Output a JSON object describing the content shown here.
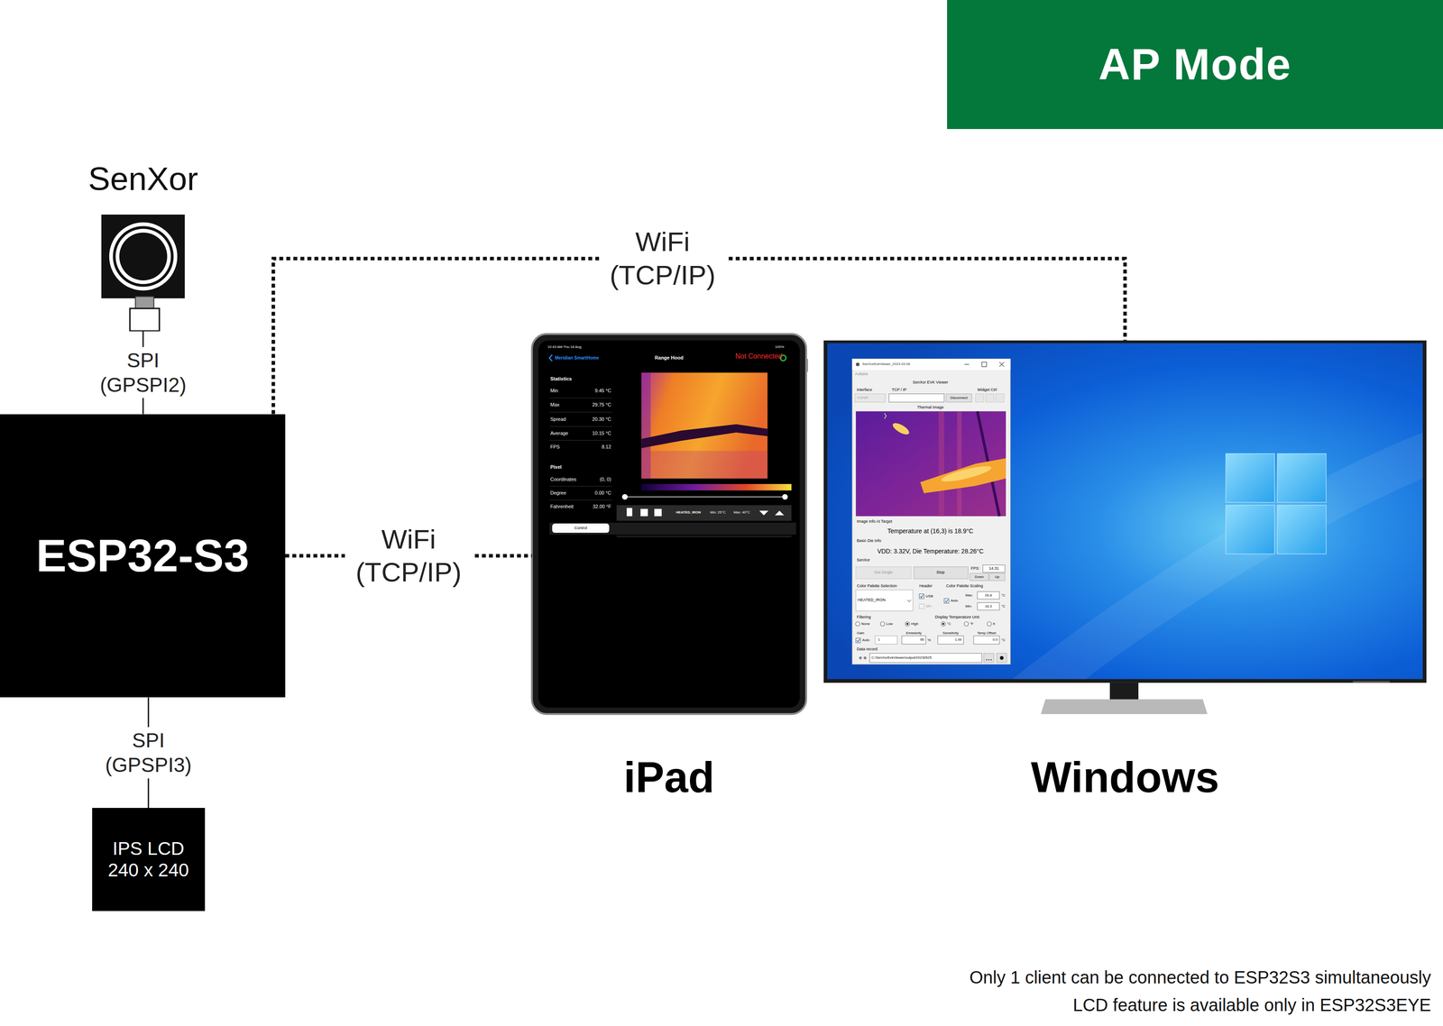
{
  "diagram": {
    "nodes": [
      {
        "text": [
          "AP Mode"
        ]
      },
      {
        "text": [
          "SenXor"
        ]
      },
      {
        "text": [
          "ESP32-S3"
        ]
      },
      {
        "text": [
          "IPS LCD 240 x 240"
        ]
      },
      {
        "text": [
          "iPad"
        ]
      },
      {
        "text": [
          "Windows"
        ]
      }
    ],
    "edges": [
      {
        "from": 1,
        "to": 2,
        "label": "SPI (GPSPI2)",
        "arrow": "none"
      },
      {
        "from": 2,
        "to": 3,
        "label": "SPI (GPSPI3)",
        "arrow": "none"
      },
      {
        "from": 2,
        "to": 4,
        "label": "WiFi (TCP/IP)",
        "arrow": "none"
      },
      {
        "from": 2,
        "to": 5,
        "label": "WiFi (TCP/IP)",
        "arrow": "none"
      }
    ],
    "labels": [
      "Only 1 client can be connected to ESP32S3 simultaneously",
      "LCD feature is available only in ESP32S3EYE",
      "10:43 AM Thu 18 Aug",
      "100%",
      "Meridian SmartHome",
      "Range Hood",
      "Not Connected",
      "Statistics",
      "Min",
      "9.45 °C",
      "Max",
      "29.75 °C",
      "Spread",
      "20.30 °C",
      "Average",
      "10.15 °C",
      "FPS",
      "8.12",
      "Pixel",
      "Coordinates",
      "(0, 0)",
      "Degree",
      "0.00 °C",
      "Fahrenheit",
      "32.00 °F",
      "Control",
      "HEATED_IRON",
      "Min: 25°C",
      "Max: 40°C",
      "SenXorEvkViewer_2023.03.06",
      "Actions",
      "SenXor EVK Viewer",
      "Interface",
      "TCP / IP",
      "Widget Ctrl",
      "TCP/IP",
      "Disconnect",
      "Thermal Image",
      "Image Info At Target",
      "Temperature at (16,3) is 18.9°C",
      "Basic Die Info",
      "VDD: 3.32V, Die Temperature: 28.26°C",
      "SenXor",
      "Get Single",
      "Stop",
      "FPS:",
      "14.31",
      "Down",
      "Up",
      "Color Palette Selection",
      "Header",
      "Color Palette Scaling",
      "HEATED_IRON",
      "USB",
      "SPI",
      "Auto",
      "Max:",
      "26.8",
      "°C",
      "Min:",
      "16.3",
      "°C",
      "Filtering",
      "None",
      "Low",
      "High",
      "Display Temperature Unit",
      "°C",
      "°F",
      "K",
      "Gain",
      "Emissivity",
      "Sensitivity",
      "Temp Offset",
      "Auto",
      "1",
      "95",
      "%",
      "1.00",
      "0.0",
      "°C",
      "Data record",
      "C:/SenXorEvkViewer/output/20230525"
    ]
  }
}
